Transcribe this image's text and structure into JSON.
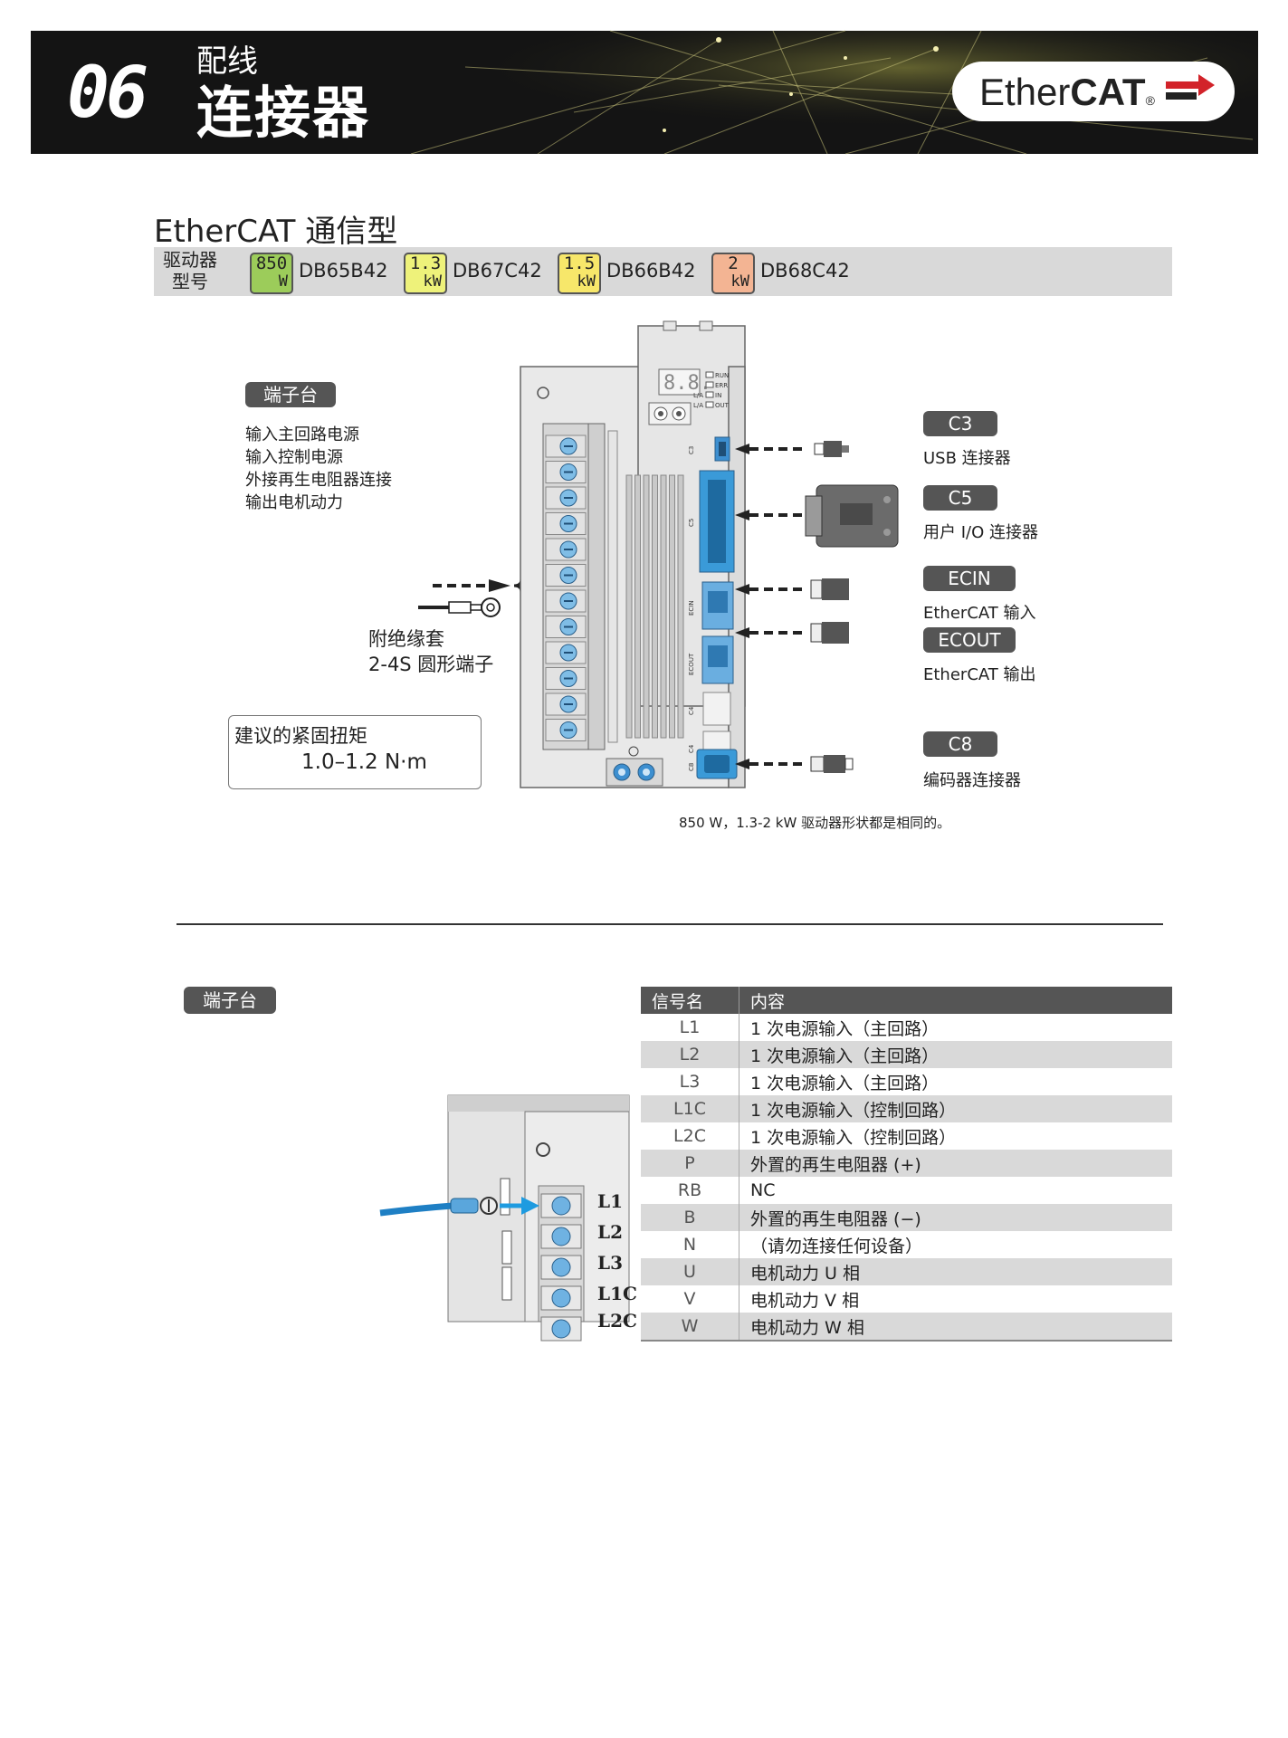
{
  "header": {
    "chapter_number": "06",
    "chapter_subtitle": "配线",
    "chapter_title": "连接器",
    "logo_ether": "Ether",
    "logo_cat": "CAT",
    "logo_reg": "®"
  },
  "section": {
    "title": "EtherCAT 通信型",
    "model_label_line1": "驱动器",
    "model_label_line2": "型号",
    "models": [
      {
        "value": "850",
        "unit": "W",
        "name": "DB65B42",
        "color": "#9ccc5a"
      },
      {
        "value": "1.3",
        "unit": "kW",
        "name": "DB67C42",
        "color": "#eef27a"
      },
      {
        "value": "1.5",
        "unit": "kW",
        "name": "DB66B42",
        "color": "#f7e76a"
      },
      {
        "value": "2",
        "unit": "kW",
        "name": "DB68C42",
        "color": "#f3b493"
      }
    ]
  },
  "diagram": {
    "terminal_tag": "端子台",
    "terminal_lines": [
      "输入主回路电源",
      "输入控制电源",
      "外接再生电阻器连接",
      "输出电机动力"
    ],
    "ring_terminal_line1": "附绝缘套",
    "ring_terminal_line2": "2-4S 圆形端子",
    "torque_title": "建议的紧固扭矩",
    "torque_value": "1.0–1.2 N·m",
    "connectors": [
      {
        "tag": "C3",
        "desc": "USB 连接器"
      },
      {
        "tag": "C5",
        "desc": "用户 I/O 连接器"
      },
      {
        "tag": "ECIN",
        "desc": "EtherCAT 输入"
      },
      {
        "tag": "ECOUT",
        "desc": "EtherCAT 输出"
      },
      {
        "tag": "C8",
        "desc": "编码器连接器"
      }
    ],
    "led_labels": [
      "RUN",
      "ERR",
      "IN",
      "OUT"
    ],
    "la_label": "L/A",
    "port_labels": [
      "C3",
      "C5",
      "ECIN",
      "ECOUT",
      "C4",
      "C4",
      "C8"
    ],
    "caption": "850 W，1.3-2 kW 驱动器形状都是相同的。"
  },
  "table_section": {
    "tag": "端子台",
    "terminal_labels": [
      "L1",
      "L2",
      "L3",
      "L1C",
      "L2C"
    ],
    "headers": [
      "信号名",
      "内容"
    ],
    "rows": [
      {
        "signal": "L1",
        "content": "1 次电源输入（主回路）"
      },
      {
        "signal": "L2",
        "content": "1 次电源输入（主回路）"
      },
      {
        "signal": "L3",
        "content": "1 次电源输入（主回路）"
      },
      {
        "signal": "L1C",
        "content": "1 次电源输入（控制回路）"
      },
      {
        "signal": "L2C",
        "content": "1 次电源输入（控制回路）"
      },
      {
        "signal": "P",
        "content": "外置的再生电阻器 (+)"
      },
      {
        "signal": "RB",
        "content": "NC"
      },
      {
        "signal": "B",
        "content": "外置的再生电阻器 (−)"
      },
      {
        "signal": "N",
        "content": "（请勿连接任何设备）"
      },
      {
        "signal": "U",
        "content": "电机动力 U 相"
      },
      {
        "signal": "V",
        "content": "电机动力 V 相"
      },
      {
        "signal": "W",
        "content": "电机动力 W 相"
      }
    ]
  }
}
